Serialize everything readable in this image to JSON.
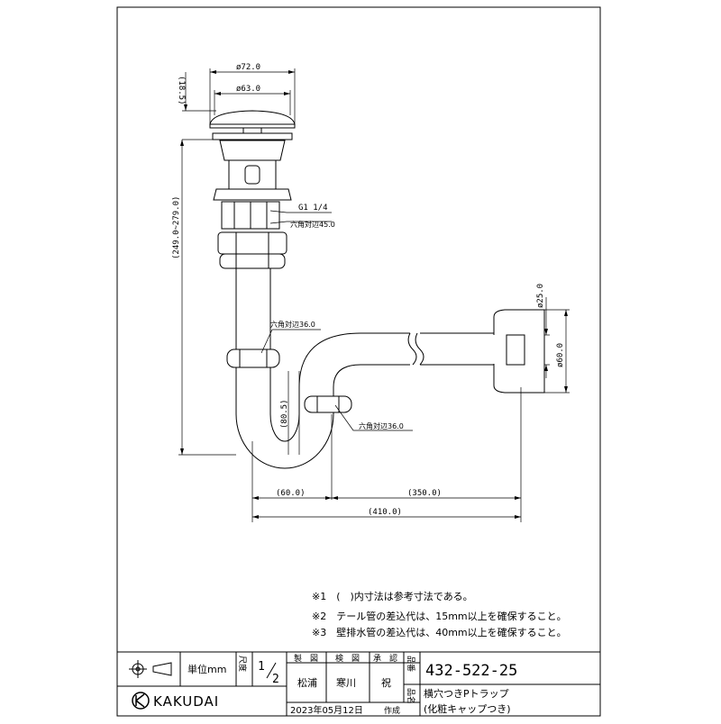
{
  "dimensions": {
    "d72": "ø72.0",
    "d63": "ø63.0",
    "h18_5": "(18.5)",
    "height_range": "(249.0~279.0)",
    "thread": "G1 1/4",
    "hex45": "六角対辺45.0",
    "hex36_a": "六角対辺36.0",
    "hex36_b": "六角対辺36.0",
    "h80_5": "(80.5)",
    "d25": "ø25.0",
    "d60": "ø60.0",
    "w60": "(60.0)",
    "w350": "(350.0)",
    "w410": "(410.0)"
  },
  "notes": [
    "※1　(　)内寸法は参考寸法である。",
    "※2　テール管の差込代は、15mm以上を確保すること。",
    "※3　壁排水管の差込代は、40mm以上を確保すること。"
  ],
  "title_block": {
    "unit_label": "単位mm",
    "scale_label": "尺度",
    "scale_num": "1",
    "scale_den": "2",
    "role_made": "製　図",
    "role_check": "検　図",
    "role_approve": "承　認",
    "name_made": "松浦",
    "name_check": "寒川",
    "name_approve": "祝",
    "label_number": "品番",
    "label_name": "品名",
    "part_number": "432-522-25",
    "product_name_1": "横穴つきPトラップ",
    "product_name_2": "(化粧キャップつき)",
    "date": "2023年05月12日",
    "date_suffix": "作成",
    "company": "KAKUDAI"
  }
}
